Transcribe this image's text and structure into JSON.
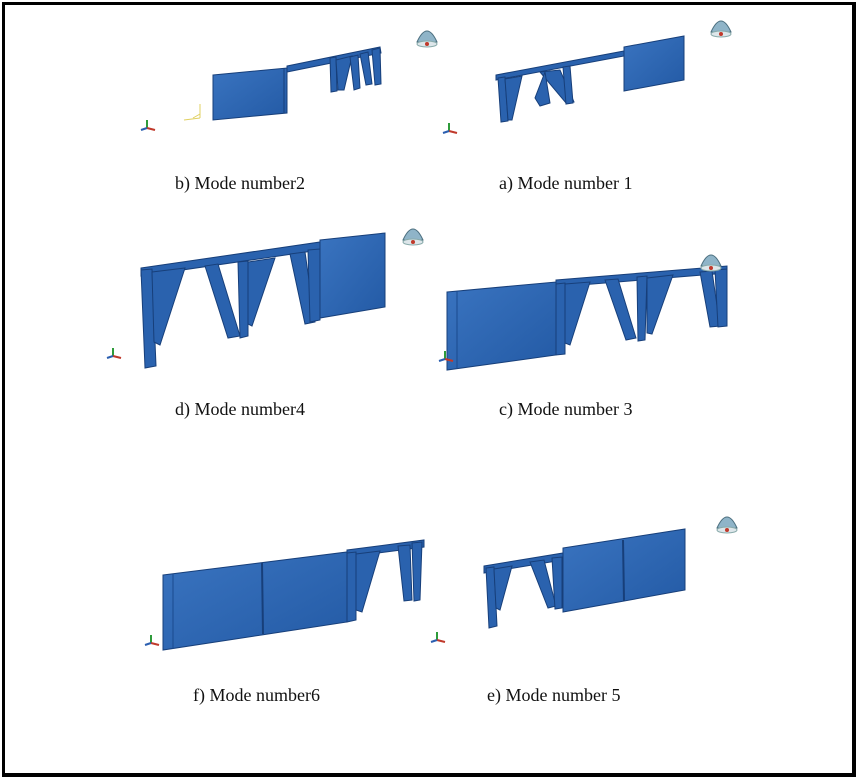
{
  "figure": {
    "panels": [
      {
        "id": "b",
        "caption": "b) Mode number2"
      },
      {
        "id": "a",
        "caption": "a) Mode number 1"
      },
      {
        "id": "d",
        "caption": "d) Mode number4"
      },
      {
        "id": "c",
        "caption": "c) Mode number 3"
      },
      {
        "id": "f",
        "caption": "f) Mode number6"
      },
      {
        "id": "e",
        "caption": "e) Mode number 5"
      }
    ],
    "colors": {
      "structure": "#2a62ae",
      "structure_dark": "#1a4a8e",
      "structure_light": "#4f86cf",
      "view_cube_body": "#8fb4c8",
      "view_cube_accent": "#c0392b",
      "frame": "#000000"
    },
    "icons": [
      "triad-axis-icon",
      "view-cube-icon"
    ]
  }
}
